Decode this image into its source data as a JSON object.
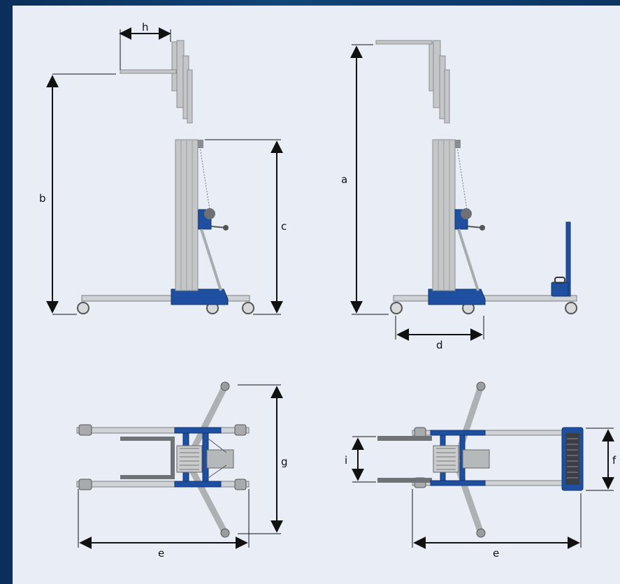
{
  "diagram": {
    "labels": {
      "a": "a",
      "b": "b",
      "c": "c",
      "d": "d",
      "e_left": "e",
      "e_right": "e",
      "f": "f",
      "g": "g",
      "h": "h",
      "i": "i"
    },
    "colors": {
      "frame": "#0d3a66",
      "background": "#e9eef6",
      "mast": "#c4c6c8",
      "base_blue": "#1f4fa0",
      "line": "#111111"
    }
  }
}
